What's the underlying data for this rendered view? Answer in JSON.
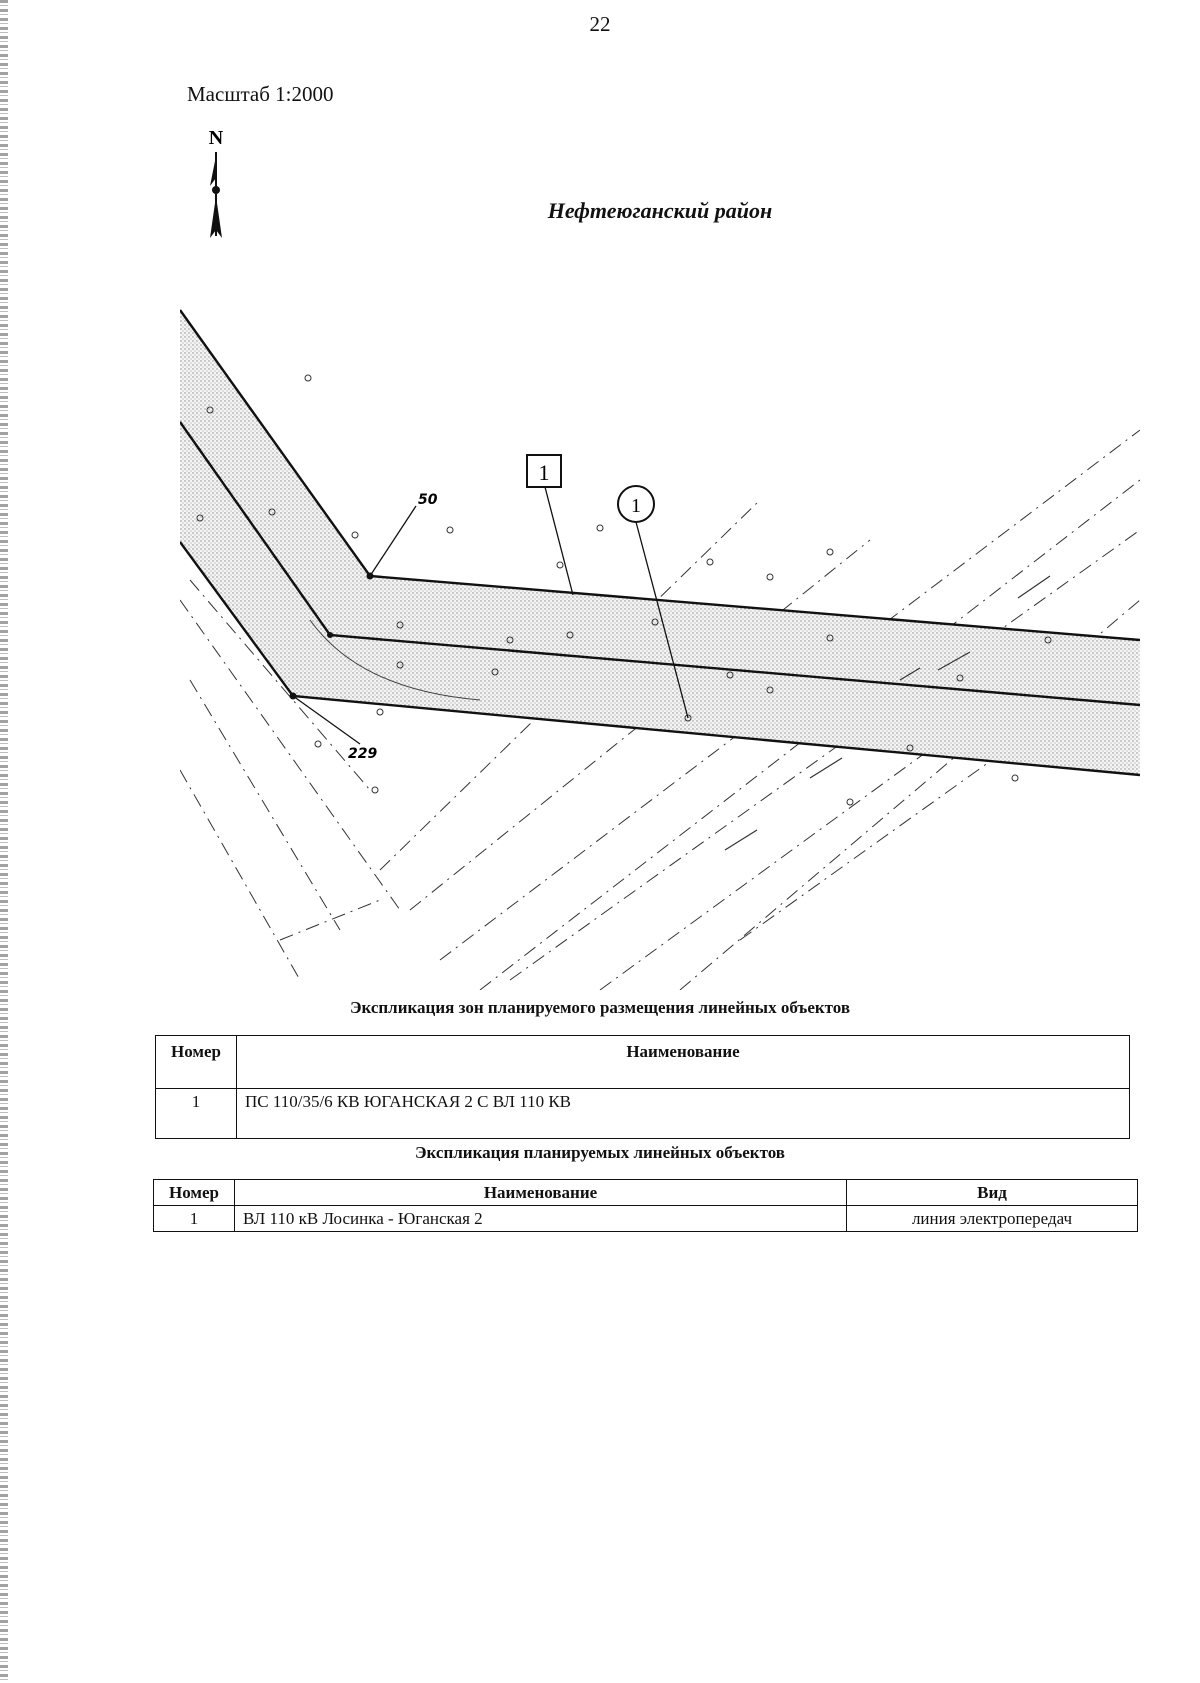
{
  "page_number": "22",
  "scale_label": "Масштаб 1:2000",
  "north_label": "N",
  "region_label": "Нефтеюганский район",
  "map": {
    "zone_label": "1",
    "object_label": "1",
    "point_labels": [
      "50",
      "229"
    ]
  },
  "zones_table": {
    "caption": "Экспликация зон планируемого размещения линейных объектов",
    "headers": [
      "Номер",
      "Наименование"
    ],
    "rows": [
      [
        "1",
        "ПС 110/35/6 КВ ЮГАНСКАЯ 2 С ВЛ 110 КВ"
      ]
    ]
  },
  "objects_table": {
    "caption": "Экспликация планируемых линейных объектов",
    "headers": [
      "Номер",
      "Наименование",
      "Вид"
    ],
    "rows": [
      [
        "1",
        "ВЛ 110 кВ Лосинка - Юганская 2",
        "линия электропередач"
      ]
    ]
  }
}
